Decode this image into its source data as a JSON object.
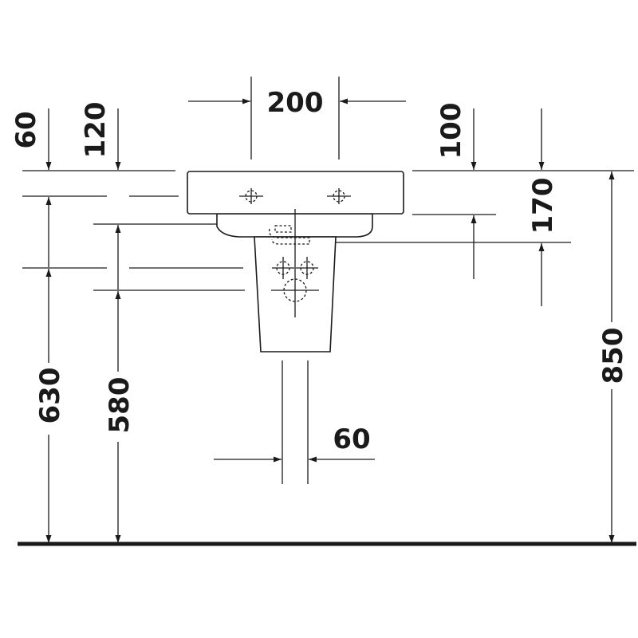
{
  "dimensions": {
    "tap_spacing": "200",
    "left_offset_60": "60",
    "left_offset_120": "120",
    "right_offset_100": "100",
    "right_depth_170": "170",
    "total_height_850": "850",
    "height_630": "630",
    "height_580": "580",
    "pipe_width_60": "60"
  },
  "colors": {
    "line": "#1a1a1a",
    "background": "#ffffff"
  }
}
